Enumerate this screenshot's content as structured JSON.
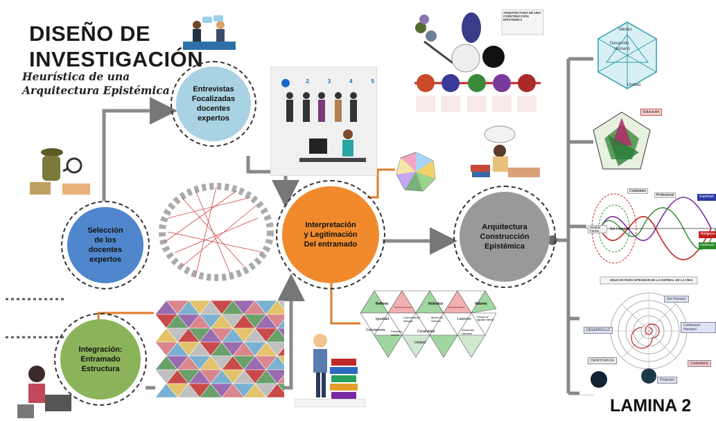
{
  "header": {
    "title_line1": "DISEÑO DE",
    "title_line2": "INVESTIGACIÓN",
    "subtitle_line1": "Heurística de una",
    "subtitle_line2": "Arquitectura Epistémica"
  },
  "nodes": {
    "entrevistas": {
      "line1": "Entrevistas",
      "line2": "Focalizadas",
      "line3": "docentes",
      "line4": "expertos",
      "color": "#a9d3e2"
    },
    "seleccion": {
      "line1": "Selección",
      "line2": "de los",
      "line3": "docentes",
      "line4": "expertos",
      "color": "#4f86cc"
    },
    "integracion": {
      "line1": "Integración:",
      "line2": "Entramado",
      "line3": "Estructura",
      "color": "#8bb45a"
    },
    "interpretacion": {
      "line1": "Interpretación",
      "line2": "y Legitimación",
      "line3": "Del entramado",
      "color": "#f08a2c"
    },
    "arquitectura": {
      "line1": "Arquitectura",
      "line2": "Construcción",
      "line3": "Epistémica",
      "color": "#999999"
    }
  },
  "top_panel": {
    "heading": "ARQUITECTURA DE UNA CONSTRUCCIÓN EPISTÉMICA",
    "numbers": [
      "1",
      "2",
      "3",
      "4",
      "5"
    ]
  },
  "hex_grid": {
    "cells": [
      "Reflexo",
      "Transcendencia",
      "Holístico",
      "Intencionalidad",
      "Valores",
      "Igualdad",
      "Conocimiento Integral",
      "Misión de Servicio",
      "Laicismo",
      "Principio de dignidad humana",
      "Convivencia",
      "Felicidad Interior",
      "Creatividad",
      "Desarrollo Humano",
      "Unidad"
    ]
  },
  "spiral": {
    "heading": "EDUCAR PARA INTEGRAR EN LA ESPIRAL DE LA VIDA",
    "labels": [
      "Ser Humano",
      "Continuum Humano",
      "Ciudadanía",
      "DEMOCRACIA",
      "Profesión",
      "DESARROLLO"
    ]
  },
  "wave": {
    "labels": [
      "Ciudadano",
      "Profesional",
      "Ser Humano",
      "Sentido Forma",
      "Espiritual",
      "Religioso",
      "Intelectual"
    ]
  },
  "icosa_labels": {
    "top": [
      "Valores",
      "Desarrollo",
      "Humano",
      "Unidad"
    ],
    "mid": [
      "Educación"
    ]
  },
  "footer": {
    "lamina": "LAMINA 2"
  }
}
